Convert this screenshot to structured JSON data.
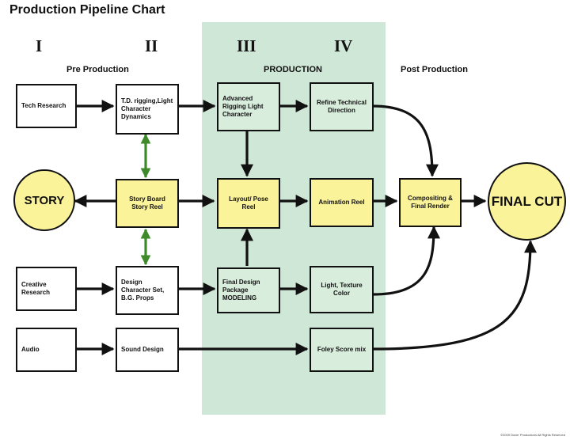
{
  "title": "Production Pipeline Chart",
  "phases": {
    "roman": [
      "I",
      "II",
      "III",
      "IV"
    ],
    "pre_production": "Pre Production",
    "production": "PRODUCTION",
    "post_production": "Post Production"
  },
  "nodes": {
    "story": "STORY",
    "tech_research": "Tech Research",
    "creative_research": "Creative Research",
    "audio": "Audio",
    "td_rigging": "T.D. rigging,Light Character Dynamics",
    "story_board": "Story Board Story Reel",
    "design_character": "Design Character Set, B.G. Props",
    "sound_design": "Sound Design",
    "advanced_rigging": "Advanced Rigging Light Character",
    "layout_pose": "Layout/ Pose Reel",
    "final_design": "Final Design Package MODELING",
    "refine_td": "Refine Technical Direction",
    "animation_reel": "Animation Reel",
    "light_texture": "Light, Texture Color",
    "foley": "Foley Score mix",
    "compositing": "Compositing & Final Render",
    "final_cut": "FINAL CUT"
  },
  "copyright": "©2009 Dover Productions All Rights Reserved",
  "colors": {
    "node_highlight": "#fbf39a",
    "production_band": "#cfe7d6",
    "double_arrow": "#3e8a2a"
  }
}
